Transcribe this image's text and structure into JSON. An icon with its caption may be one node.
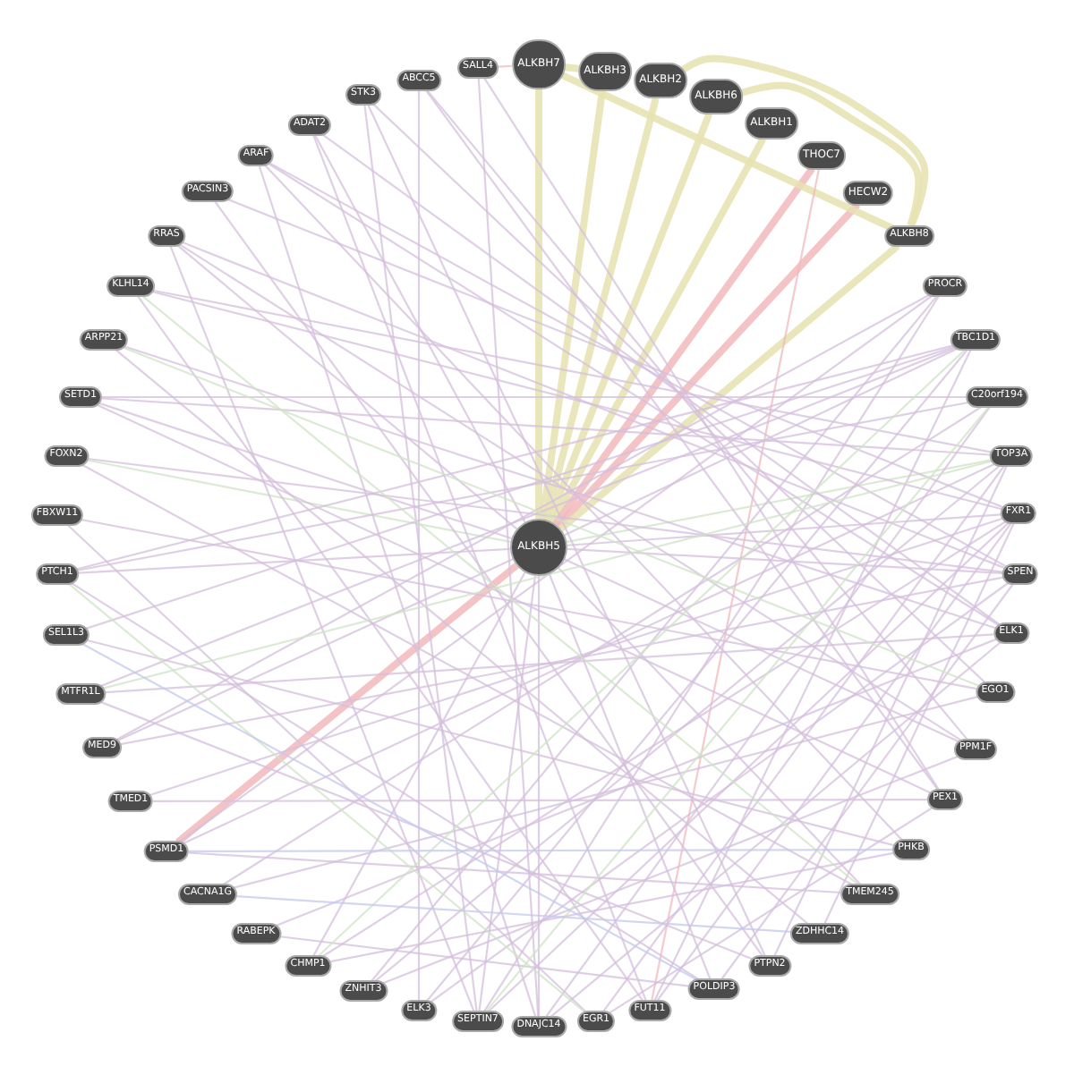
{
  "diagram": {
    "nodes": [
      {
        "text": [
          "ALKBH5"
        ]
      },
      {
        "text": [
          "ALKBH7"
        ]
      },
      {
        "text": [
          "ALKBH3"
        ]
      },
      {
        "text": [
          "ALKBH2"
        ]
      },
      {
        "text": [
          "ALKBH6"
        ]
      },
      {
        "text": [
          "ALKBH1"
        ]
      },
      {
        "text": [
          "THOC7"
        ]
      },
      {
        "text": [
          "HECW2"
        ]
      },
      {
        "text": [
          "ALKBH8"
        ]
      },
      {
        "text": [
          "PROCR"
        ]
      },
      {
        "text": [
          "TBC1D1"
        ]
      },
      {
        "text": [
          "C20orf194"
        ]
      },
      {
        "text": [
          "TOP3A"
        ]
      },
      {
        "text": [
          "FXR1"
        ]
      },
      {
        "text": [
          "SPEN"
        ]
      },
      {
        "text": [
          "ELK1"
        ]
      },
      {
        "text": [
          "EGO1"
        ]
      },
      {
        "text": [
          "PPM1F"
        ]
      },
      {
        "text": [
          "PEX1"
        ]
      },
      {
        "text": [
          "PHKB"
        ]
      },
      {
        "text": [
          "TMEM245"
        ]
      },
      {
        "text": [
          "ZDHHC14"
        ]
      },
      {
        "text": [
          "PTPN2"
        ]
      },
      {
        "text": [
          "POLDIP3"
        ]
      },
      {
        "text": [
          "FUT11"
        ]
      },
      {
        "text": [
          "EGR1"
        ]
      },
      {
        "text": [
          "DNAJC14"
        ]
      },
      {
        "text": [
          "SEPTIN7"
        ]
      },
      {
        "text": [
          "ELK3"
        ]
      },
      {
        "text": [
          "ZNHIT3"
        ]
      },
      {
        "text": [
          "CHMP1"
        ]
      },
      {
        "text": [
          "RABEPK"
        ]
      },
      {
        "text": [
          "CACNA1G"
        ]
      },
      {
        "text": [
          "PSMD1"
        ]
      },
      {
        "text": [
          "TMED1"
        ]
      },
      {
        "text": [
          "MED9"
        ]
      },
      {
        "text": [
          "MTFR1L"
        ]
      },
      {
        "text": [
          "SEL1L3"
        ]
      },
      {
        "text": [
          "PTCH1"
        ]
      },
      {
        "text": [
          "FBXW11"
        ]
      },
      {
        "text": [
          "FOXN2"
        ]
      },
      {
        "text": [
          "SETD1"
        ]
      },
      {
        "text": [
          "ARPP21"
        ]
      },
      {
        "text": [
          "KLHL14"
        ]
      },
      {
        "text": [
          "RRAS"
        ]
      },
      {
        "text": [
          "PACSIN3"
        ]
      },
      {
        "text": [
          "ARAF"
        ]
      },
      {
        "text": [
          "ADAT2"
        ]
      },
      {
        "text": [
          "STK3"
        ]
      },
      {
        "text": [
          "ABCC5"
        ]
      },
      {
        "text": [
          "SALL4"
        ]
      }
    ],
    "edges": [
      {
        "from": 0,
        "to": 1,
        "arrow": "none",
        "style": "thick",
        "color": "#e6e2b0"
      },
      {
        "from": 0,
        "to": 2,
        "arrow": "none",
        "style": "thick",
        "color": "#e6e2b0"
      },
      {
        "from": 0,
        "to": 3,
        "arrow": "none",
        "style": "thick",
        "color": "#e6e2b0"
      },
      {
        "from": 0,
        "to": 4,
        "arrow": "none",
        "style": "thick",
        "color": "#e6e2b0"
      },
      {
        "from": 0,
        "to": 5,
        "arrow": "none",
        "style": "thick",
        "color": "#e6e2b0"
      },
      {
        "from": 0,
        "to": 6,
        "arrow": "none",
        "style": "thick",
        "color": "#f2b8bc"
      },
      {
        "from": 0,
        "to": 7,
        "arrow": "none",
        "style": "thick",
        "color": "#f2b8bc"
      },
      {
        "from": 0,
        "to": 8,
        "arrow": "none",
        "style": "thick",
        "color": "#e6e2b0"
      },
      {
        "from": 0,
        "to": 33,
        "arrow": "none",
        "style": "thick",
        "color": "#f2b8bc"
      },
      {
        "from": 1,
        "to": 8,
        "arrow": "none",
        "style": "thick",
        "color": "#e6e2b0"
      },
      {
        "from": 1,
        "to": 2,
        "arrow": "none",
        "style": "thick",
        "color": "#e6e2b0"
      },
      {
        "from": 3,
        "to": 8,
        "arrow": "none",
        "style": "thick",
        "color": "#e6e2b0"
      },
      {
        "from": 4,
        "to": 8,
        "arrow": "none",
        "style": "thick",
        "color": "#e6e2b0"
      },
      {
        "from": 50,
        "to": 1,
        "arrow": "none",
        "color": "#f2b8bc"
      },
      {
        "from": 6,
        "to": 24,
        "arrow": "none",
        "color": "#f2b8bc"
      },
      {
        "from": 0,
        "to": 10,
        "arrow": "none"
      },
      {
        "from": 0,
        "to": 13,
        "arrow": "none"
      },
      {
        "from": 0,
        "to": 14,
        "arrow": "none"
      },
      {
        "from": 0,
        "to": 17,
        "arrow": "none"
      },
      {
        "from": 0,
        "to": 20,
        "arrow": "none"
      },
      {
        "from": 0,
        "to": 23,
        "arrow": "none"
      },
      {
        "from": 0,
        "to": 26,
        "arrow": "none"
      },
      {
        "from": 0,
        "to": 27,
        "arrow": "none"
      },
      {
        "from": 0,
        "to": 30,
        "arrow": "none"
      },
      {
        "from": 0,
        "to": 35,
        "arrow": "none"
      },
      {
        "from": 0,
        "to": 38,
        "arrow": "none"
      },
      {
        "from": 0,
        "to": 41,
        "arrow": "none"
      },
      {
        "from": 0,
        "to": 44,
        "arrow": "none"
      },
      {
        "from": 0,
        "to": 47,
        "arrow": "none"
      },
      {
        "from": 0,
        "to": 12,
        "arrow": "none",
        "color": "#cfe3c6"
      },
      {
        "from": 0,
        "to": 40,
        "arrow": "none",
        "color": "#cfe3c6"
      },
      {
        "from": 46,
        "to": 26,
        "arrow": "none"
      },
      {
        "from": 46,
        "to": 19,
        "arrow": "none"
      },
      {
        "from": 46,
        "to": 14,
        "arrow": "none"
      },
      {
        "from": 45,
        "to": 13,
        "arrow": "none"
      },
      {
        "from": 45,
        "to": 22,
        "arrow": "none"
      },
      {
        "from": 44,
        "to": 17,
        "arrow": "none"
      },
      {
        "from": 44,
        "to": 27,
        "arrow": "none"
      },
      {
        "from": 43,
        "to": 12,
        "arrow": "none"
      },
      {
        "from": 43,
        "to": 24,
        "arrow": "none"
      },
      {
        "from": 42,
        "to": 15,
        "arrow": "none"
      },
      {
        "from": 42,
        "to": 21,
        "arrow": "none"
      },
      {
        "from": 41,
        "to": 18,
        "arrow": "none"
      },
      {
        "from": 41,
        "to": 11,
        "arrow": "none"
      },
      {
        "from": 40,
        "to": 20,
        "arrow": "none"
      },
      {
        "from": 40,
        "to": 14,
        "arrow": "none"
      },
      {
        "from": 39,
        "to": 16,
        "arrow": "none"
      },
      {
        "from": 39,
        "to": 25,
        "arrow": "none"
      },
      {
        "from": 38,
        "to": 10,
        "arrow": "none"
      },
      {
        "from": 38,
        "to": 23,
        "arrow": "none"
      },
      {
        "from": 37,
        "to": 19,
        "arrow": "none"
      },
      {
        "from": 37,
        "to": 10,
        "arrow": "none"
      },
      {
        "from": 36,
        "to": 15,
        "arrow": "none"
      },
      {
        "from": 36,
        "to": 22,
        "arrow": "none"
      },
      {
        "from": 35,
        "to": 14,
        "arrow": "none"
      },
      {
        "from": 35,
        "to": 9,
        "arrow": "none"
      },
      {
        "from": 34,
        "to": 18,
        "arrow": "none"
      },
      {
        "from": 34,
        "to": 13,
        "arrow": "none"
      },
      {
        "from": 33,
        "to": 12,
        "arrow": "none"
      },
      {
        "from": 33,
        "to": 20,
        "arrow": "none"
      },
      {
        "from": 32,
        "to": 16,
        "arrow": "none"
      },
      {
        "from": 32,
        "to": 11,
        "arrow": "none"
      },
      {
        "from": 31,
        "to": 15,
        "arrow": "none"
      },
      {
        "from": 31,
        "to": 23,
        "arrow": "none"
      },
      {
        "from": 30,
        "to": 13,
        "arrow": "none"
      },
      {
        "from": 30,
        "to": 19,
        "arrow": "none"
      },
      {
        "from": 29,
        "to": 12,
        "arrow": "none"
      },
      {
        "from": 29,
        "to": 17,
        "arrow": "none"
      },
      {
        "from": 28,
        "to": 14,
        "arrow": "none"
      },
      {
        "from": 28,
        "to": 10,
        "arrow": "none"
      },
      {
        "from": 27,
        "to": 13,
        "arrow": "none"
      },
      {
        "from": 27,
        "to": 9,
        "arrow": "none"
      },
      {
        "from": 26,
        "to": 15,
        "arrow": "none"
      },
      {
        "from": 26,
        "to": 11,
        "arrow": "none"
      },
      {
        "from": 25,
        "to": 12,
        "arrow": "none"
      },
      {
        "from": 25,
        "to": 18,
        "arrow": "none"
      },
      {
        "from": 24,
        "to": 13,
        "arrow": "none"
      },
      {
        "from": 24,
        "to": 10,
        "arrow": "none"
      },
      {
        "from": 23,
        "to": 14,
        "arrow": "none"
      },
      {
        "from": 22,
        "to": 12,
        "arrow": "none"
      },
      {
        "from": 21,
        "to": 13,
        "arrow": "none"
      },
      {
        "from": 48,
        "to": 27,
        "arrow": "none"
      },
      {
        "from": 48,
        "to": 22,
        "arrow": "none"
      },
      {
        "from": 49,
        "to": 28,
        "arrow": "none"
      },
      {
        "from": 49,
        "to": 18,
        "arrow": "none"
      },
      {
        "from": 50,
        "to": 26,
        "arrow": "none"
      },
      {
        "from": 47,
        "to": 24,
        "arrow": "none"
      },
      {
        "from": 47,
        "to": 15,
        "arrow": "none"
      },
      {
        "from": 9,
        "to": 33,
        "arrow": "none"
      },
      {
        "from": 9,
        "to": 29,
        "arrow": "none"
      },
      {
        "from": 10,
        "to": 36,
        "arrow": "none"
      },
      {
        "from": 11,
        "to": 38,
        "arrow": "none"
      },
      {
        "from": 12,
        "to": 41,
        "arrow": "none"
      },
      {
        "from": 13,
        "to": 43,
        "arrow": "none"
      },
      {
        "from": 14,
        "to": 44,
        "arrow": "none"
      },
      {
        "from": 15,
        "to": 46,
        "arrow": "none"
      },
      {
        "from": 16,
        "to": 48,
        "arrow": "none"
      },
      {
        "from": 17,
        "to": 49,
        "arrow": "none"
      },
      {
        "from": 18,
        "to": 50,
        "arrow": "none"
      },
      {
        "from": 42,
        "to": 16,
        "arrow": "none",
        "color": "#cfe3c6"
      },
      {
        "from": 43,
        "to": 20,
        "arrow": "none",
        "color": "#cfe3c6"
      },
      {
        "from": 38,
        "to": 25,
        "arrow": "none",
        "color": "#cfe3c6"
      },
      {
        "from": 10,
        "to": 30,
        "arrow": "none",
        "color": "#cfe3c6"
      },
      {
        "from": 12,
        "to": 36,
        "arrow": "none",
        "color": "#cfe3c6"
      },
      {
        "from": 27,
        "to": 11,
        "arrow": "none",
        "color": "#cfe3c6"
      },
      {
        "from": 33,
        "to": 19,
        "arrow": "none",
        "color": "#c3c8ec"
      },
      {
        "from": 32,
        "to": 21,
        "arrow": "none",
        "color": "#c3c8ec"
      },
      {
        "from": 37,
        "to": 23,
        "arrow": "none",
        "color": "#c3c8ec"
      }
    ]
  }
}
